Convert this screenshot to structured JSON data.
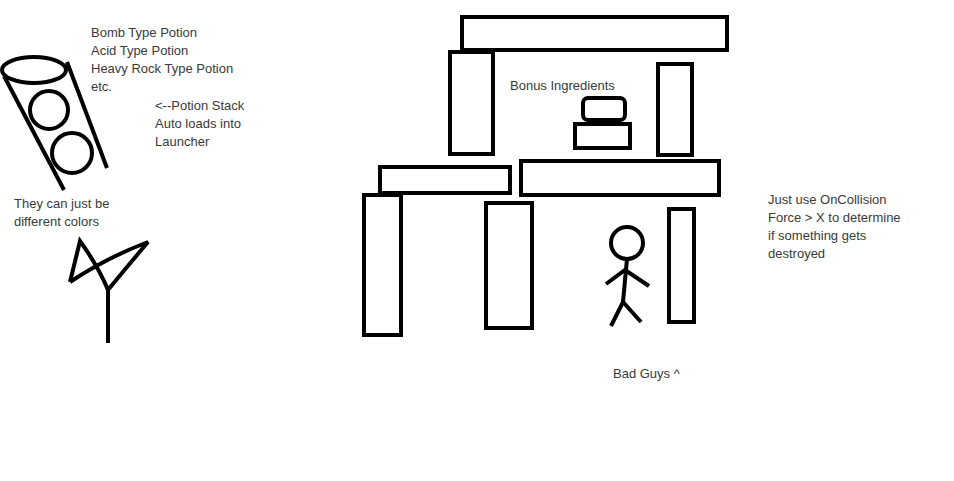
{
  "diagram": {
    "labels": [
      "Bomb Type Potion",
      "Acid Type Potion",
      "Heavy Rock Type Potion",
      "etc.",
      "<--Potion Stack Auto loads into Launcher",
      "They can just be different colors",
      "Bonus Ingredients",
      "Bad Guys ^",
      "Just use OnCollision Force > X to determine if something gets destroyed"
    ]
  }
}
